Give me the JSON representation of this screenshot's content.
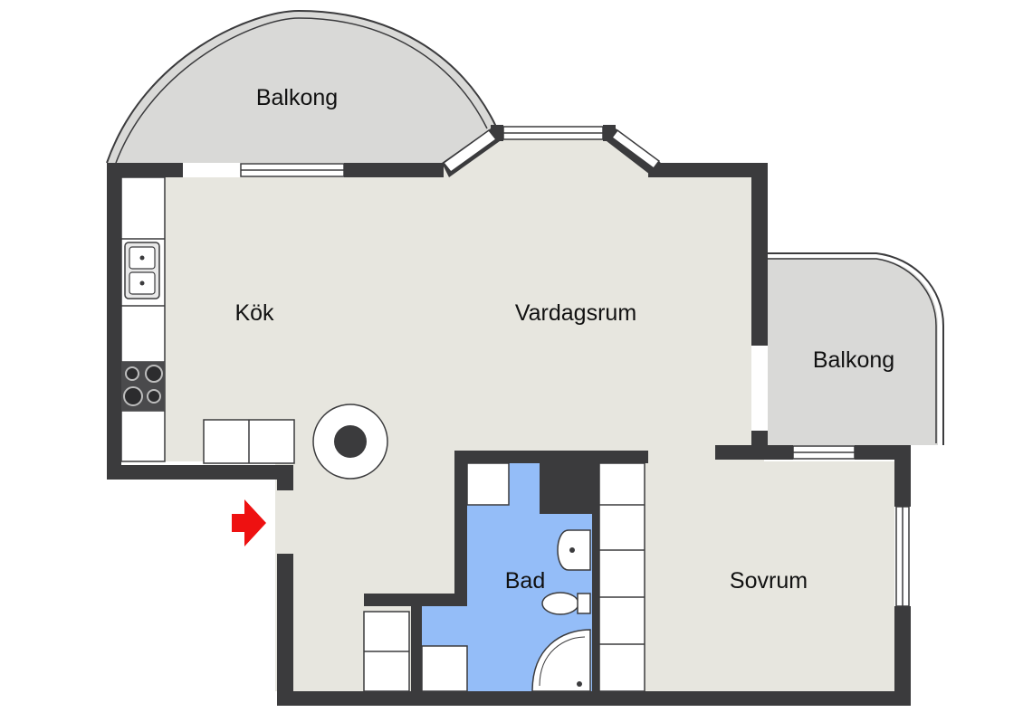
{
  "rooms": {
    "balcony_top": "Balkong",
    "kitchen": "Kök",
    "living_room": "Vardagsrum",
    "balcony_right": "Balkong",
    "bathroom": "Bad",
    "bedroom": "Sovrum"
  },
  "colors": {
    "floor": "#e7e6df",
    "balcony": "#d9d9d7",
    "wall": "#3b3b3d",
    "bath_floor": "#94bdf8",
    "fixture": "#ffffff",
    "entrance_arrow": "#ee1111"
  },
  "icons": {
    "entrance": "entrance-arrow-icon",
    "sink": "double-sink-icon",
    "stove": "stove-icon",
    "column": "round-column-icon",
    "basin": "washbasin-icon",
    "toilet": "toilet-icon",
    "shower": "shower-icon"
  }
}
